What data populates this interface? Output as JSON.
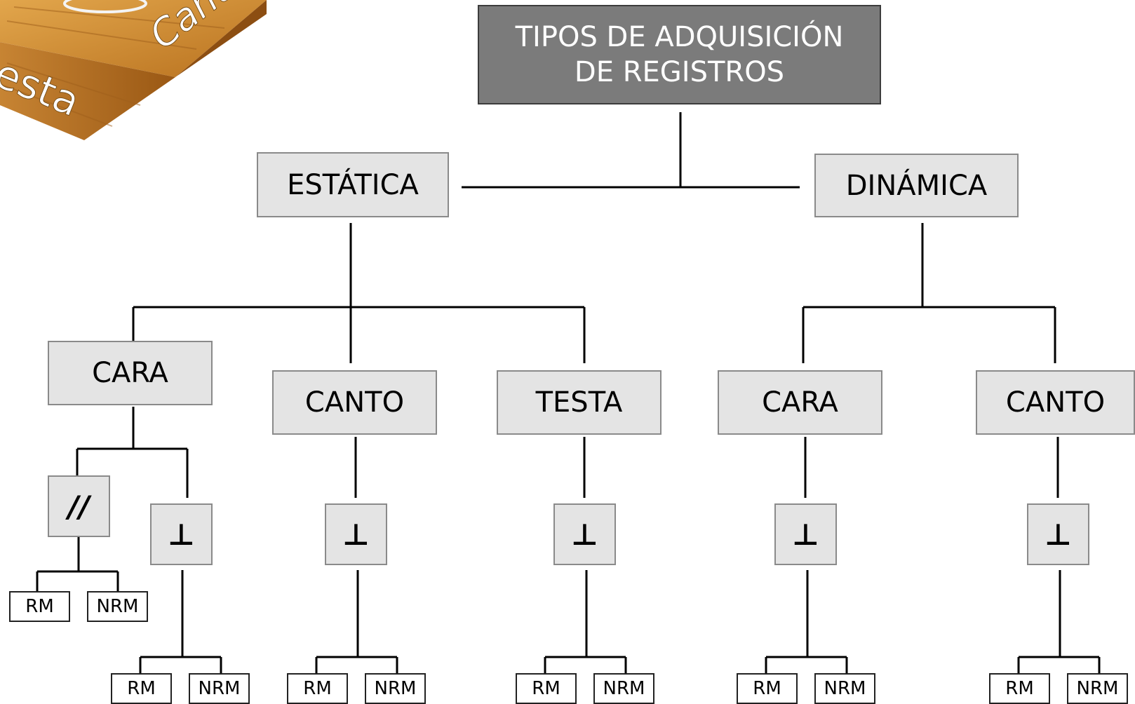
{
  "logo": {
    "icon": "wood-block-logo",
    "text_front": "esta",
    "text_side": "Canto"
  },
  "title": {
    "line1": "TIPOS DE ADQUISICIÓN",
    "line2": "DE REGISTROS"
  },
  "estatica": {
    "label": "ESTÁTICA",
    "children": {
      "cara": {
        "label": "CARA",
        "parallel": {
          "symbol": "//",
          "rm": "RM",
          "nrm": "NRM"
        },
        "perpendicular": {
          "symbol": "⊥",
          "rm": "RM",
          "nrm": "NRM"
        }
      },
      "canto": {
        "label": "CANTO",
        "perpendicular": {
          "symbol": "⊥",
          "rm": "RM",
          "nrm": "NRM"
        }
      },
      "testa": {
        "label": "TESTA",
        "perpendicular": {
          "symbol": "⊥",
          "rm": "RM",
          "nrm": "NRM"
        }
      }
    }
  },
  "dinamica": {
    "label": "DINÁMICA",
    "children": {
      "cara": {
        "label": "CARA",
        "perpendicular": {
          "symbol": "⊥",
          "rm": "RM",
          "nrm": "NRM"
        }
      },
      "canto": {
        "label": "CANTO",
        "perpendicular": {
          "symbol": "⊥",
          "rm": "RM",
          "nrm": "NRM"
        }
      }
    }
  }
}
